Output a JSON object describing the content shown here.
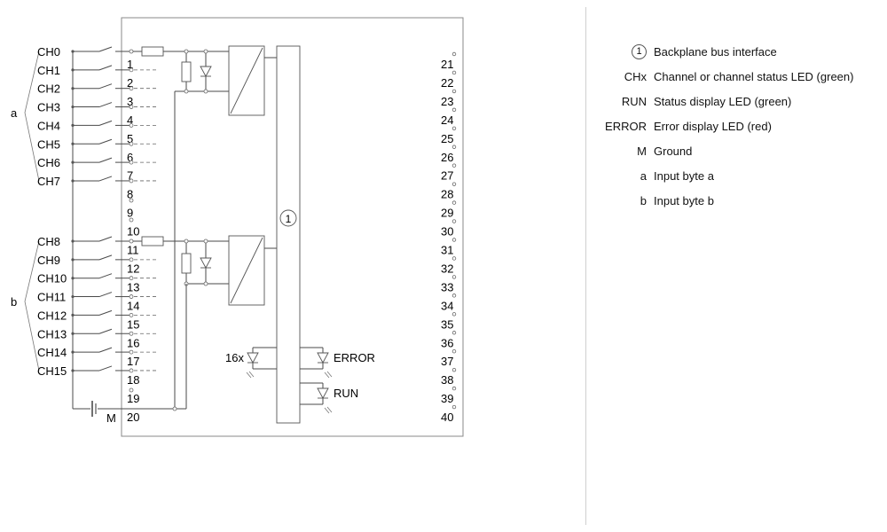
{
  "channels_a": [
    "CH0",
    "CH1",
    "CH2",
    "CH3",
    "CH4",
    "CH5",
    "CH6",
    "CH7"
  ],
  "channels_b": [
    "CH8",
    "CH9",
    "CH10",
    "CH11",
    "CH12",
    "CH13",
    "CH14",
    "CH15"
  ],
  "terminals_left": [
    "1",
    "2",
    "3",
    "4",
    "5",
    "6",
    "7",
    "8",
    "9",
    "10",
    "11",
    "12",
    "13",
    "14",
    "15",
    "16",
    "17",
    "18",
    "19",
    "20"
  ],
  "terminals_right": [
    "21",
    "22",
    "23",
    "24",
    "25",
    "26",
    "27",
    "28",
    "29",
    "30",
    "31",
    "32",
    "33",
    "34",
    "35",
    "36",
    "37",
    "38",
    "39",
    "40"
  ],
  "group_a_label": "a",
  "group_b_label": "b",
  "ground_label": "M",
  "led_count_label": "16x",
  "error_label": "ERROR",
  "run_label": "RUN",
  "bus_marker": "1",
  "legend": [
    {
      "key": "1",
      "desc": "Backplane bus interface",
      "circled": true
    },
    {
      "key": "CHx",
      "desc": "Channel or channel status LED (green)",
      "circled": false
    },
    {
      "key": "RUN",
      "desc": "Status display LED (green)",
      "circled": false
    },
    {
      "key": "ERROR",
      "desc": "Error display LED (red)",
      "circled": false
    },
    {
      "key": "M",
      "desc": "Ground",
      "circled": false
    },
    {
      "key": "a",
      "desc": "Input byte a",
      "circled": false
    },
    {
      "key": "b",
      "desc": "Input byte b",
      "circled": false
    }
  ]
}
